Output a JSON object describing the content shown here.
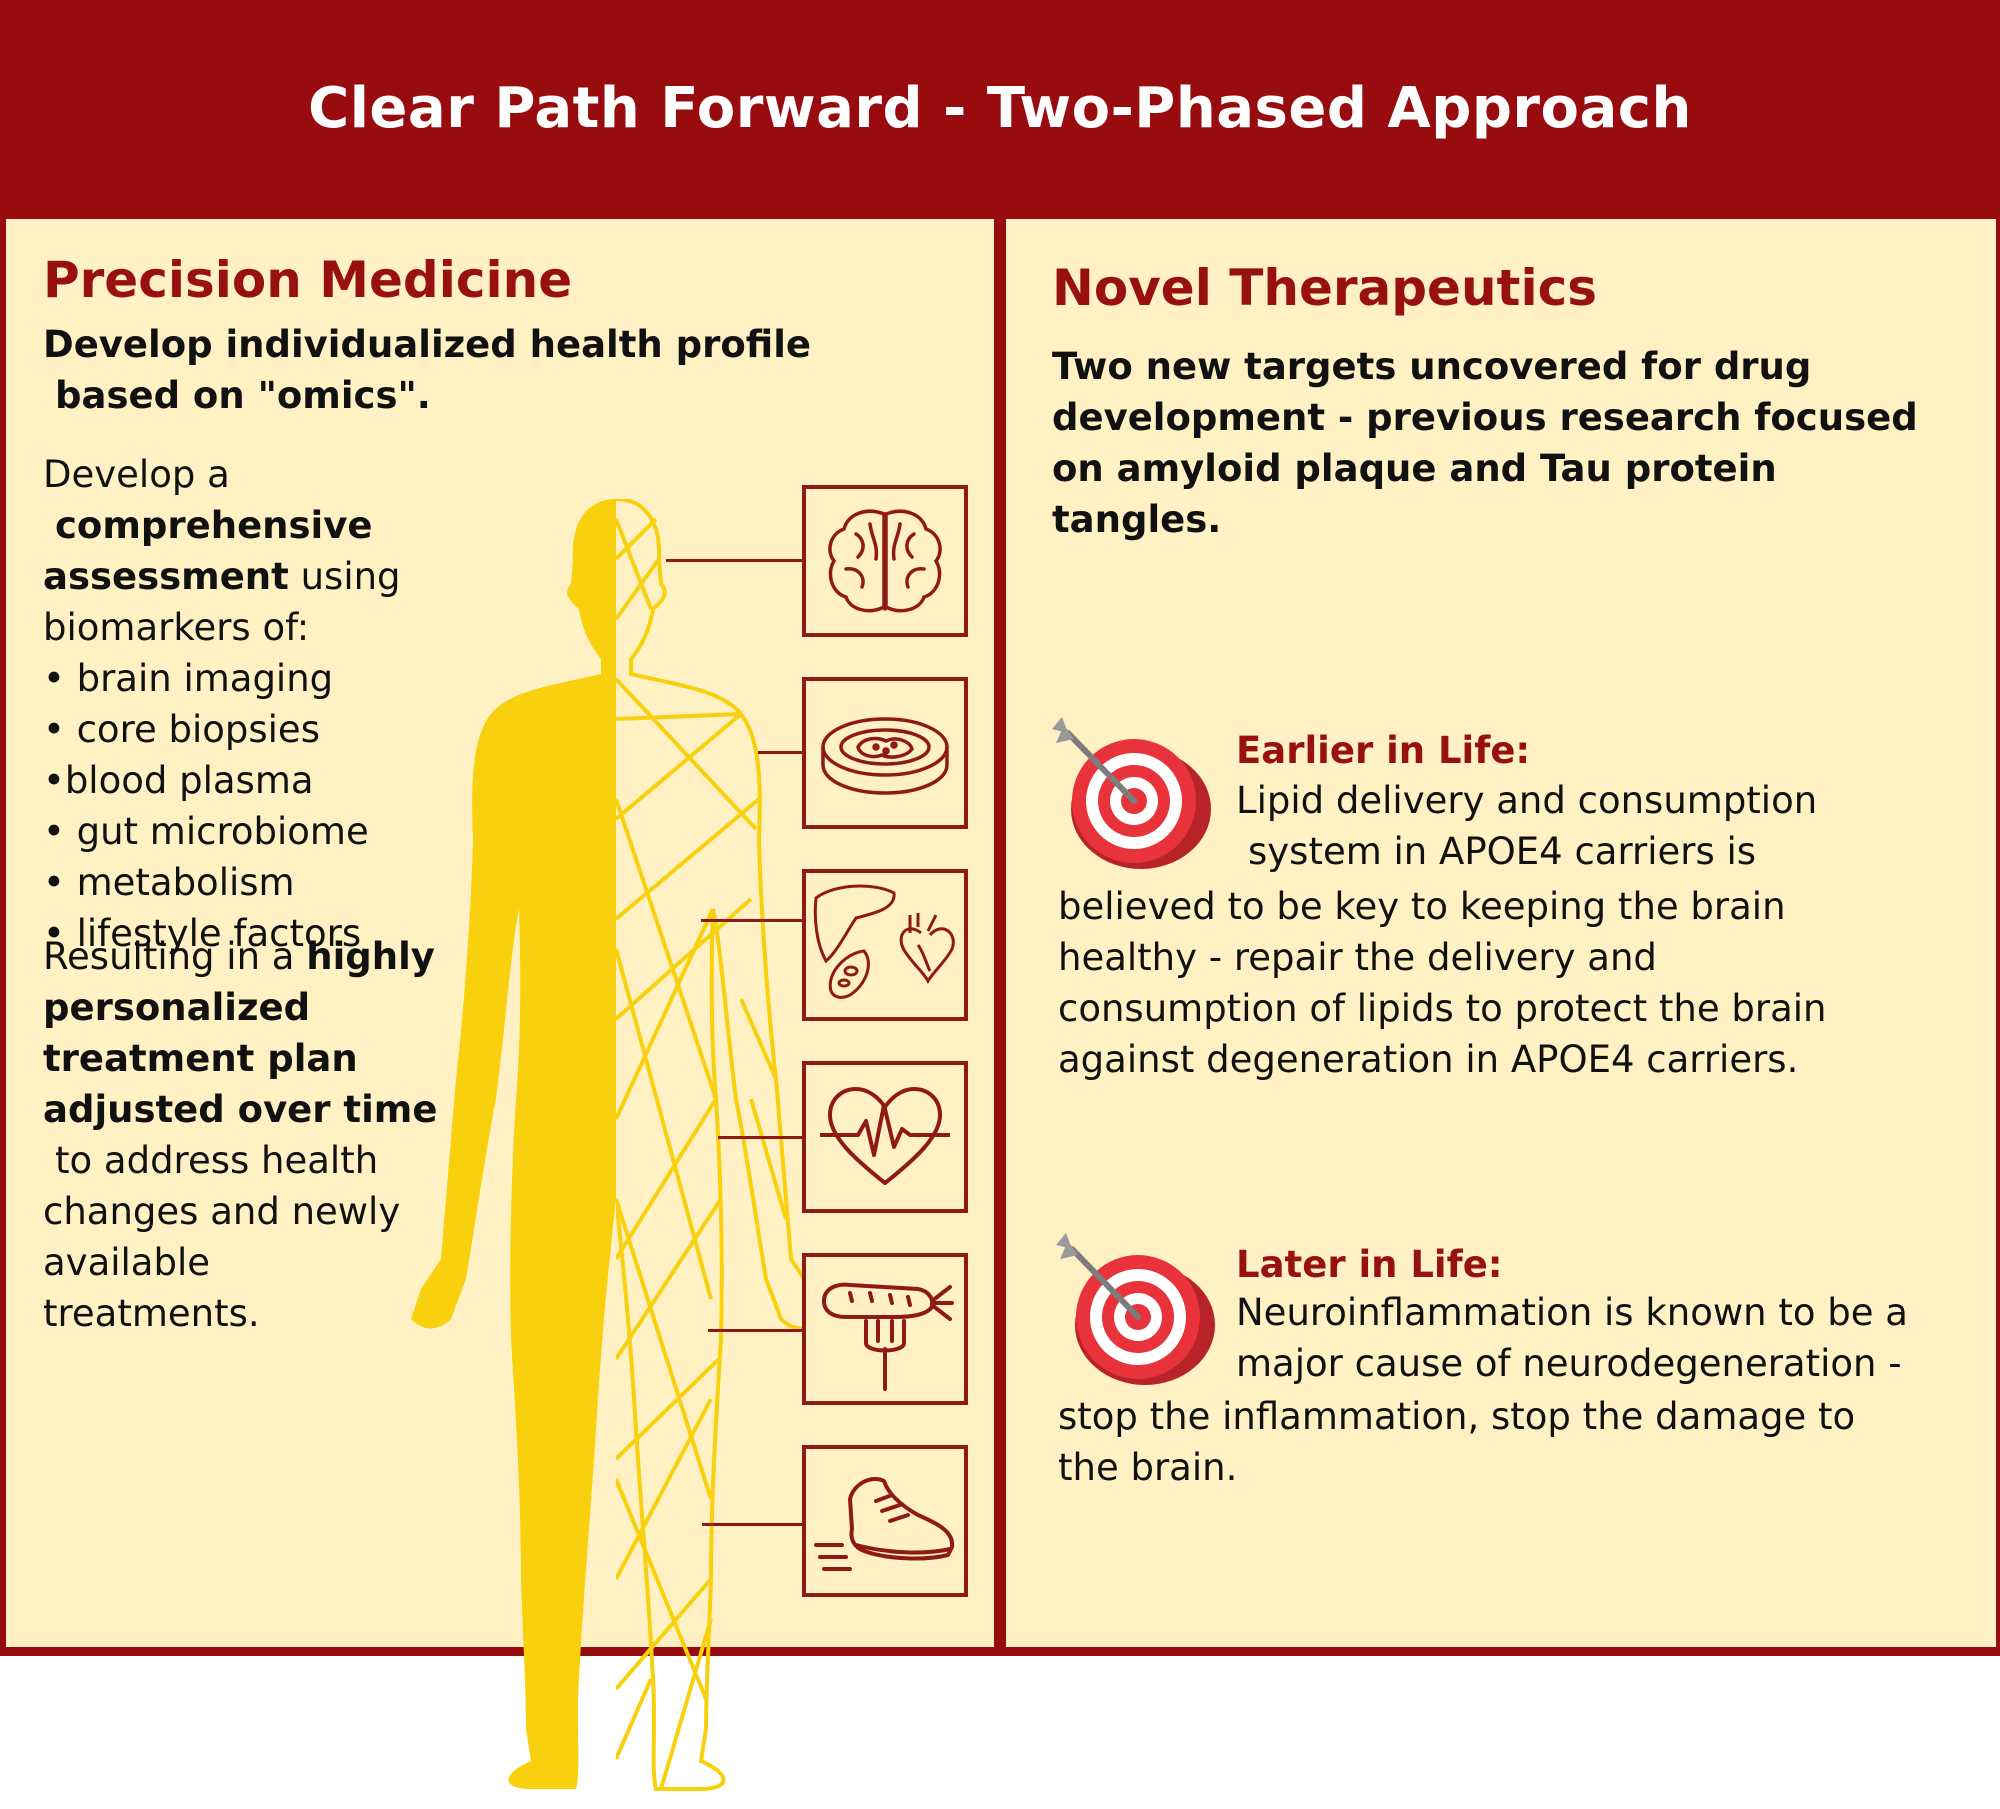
{
  "header": {
    "title": "Clear Path Forward - Two-Phased Approach"
  },
  "left": {
    "title": "Precision Medicine",
    "profile_line1": "Develop individualized health profile",
    "profile_line2": "based on \"omics\".",
    "assess_pre": "Develop a",
    "assess_bold1": "comprehensive",
    "assess_bold2": "assessment",
    "assess_post1": " using",
    "assess_post2": "biomarkers of:",
    "biomarkers": [
      "• brain imaging",
      "• core biopsies",
      "•blood plasma",
      "• gut microbiome",
      "• metabolism",
      "• lifestyle factors"
    ],
    "result_pre": "Resulting in a ",
    "result_b1": "highly",
    "result_b2": "personalized",
    "result_b3": "treatment plan",
    "result_b4": "adjusted over time",
    "result_l1": "to address health",
    "result_l2": "changes and newly",
    "result_l3": "available",
    "result_l4": "treatments.",
    "icons": [
      "brain-icon",
      "petri-dish-icon",
      "organs-icon",
      "heartbeat-icon",
      "food-fork-icon",
      "running-shoe-icon"
    ]
  },
  "right": {
    "title": "Novel Therapeutics",
    "intro": [
      "Two new targets uncovered for drug",
      "development - previous research focused",
      "on amyloid plaque and Tau protein",
      "tangles."
    ],
    "earlier": {
      "heading": "Earlier in Life:",
      "lines": [
        "Lipid delivery and consumption",
        "system in APOE4 carriers is",
        "believed to be key to keeping the brain",
        "healthy - repair the delivery and",
        "consumption of lipids to protect the brain",
        "against degeneration in APOE4 carriers."
      ]
    },
    "later": {
      "heading": "Later in Life:",
      "lines": [
        "Neuroinflammation is known to be a",
        "major cause of neurodegeneration -",
        "stop the inflammation, stop the damage to",
        "the brain."
      ]
    },
    "icons": [
      "target-arrow-icon"
    ]
  },
  "colors": {
    "frame": "#980c10",
    "panel": "#fff1c3",
    "accent": "#981111",
    "figure": "#f8d00e",
    "target_red": "#e8333b"
  }
}
